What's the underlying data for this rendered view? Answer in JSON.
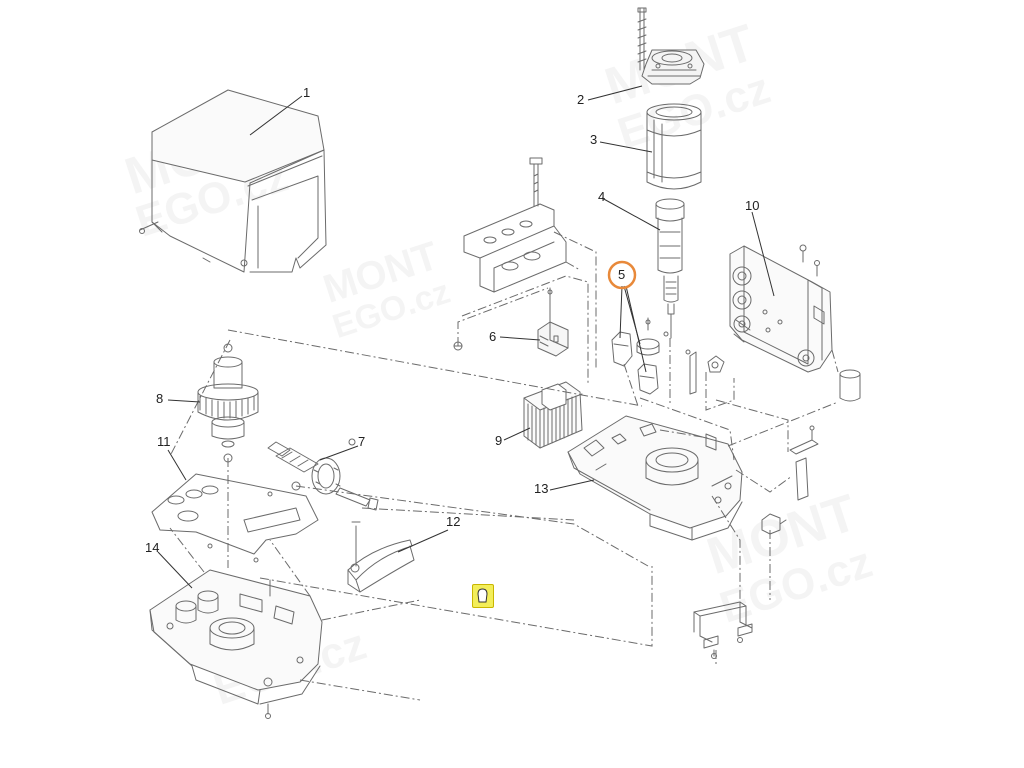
{
  "diagram": {
    "labels": [
      {
        "id": "p1",
        "text": "1"
      },
      {
        "id": "p2",
        "text": "2"
      },
      {
        "id": "p3",
        "text": "3"
      },
      {
        "id": "p4",
        "text": "4"
      },
      {
        "id": "p5",
        "text": "5"
      },
      {
        "id": "p6",
        "text": "6"
      },
      {
        "id": "p7",
        "text": "7"
      },
      {
        "id": "p8",
        "text": "8"
      },
      {
        "id": "p9",
        "text": "9"
      },
      {
        "id": "p10",
        "text": "10"
      },
      {
        "id": "p11",
        "text": "11"
      },
      {
        "id": "p12",
        "text": "12"
      },
      {
        "id": "p13",
        "text": "13"
      },
      {
        "id": "p14",
        "text": "14"
      }
    ],
    "highlighted_part": "5",
    "watermark": {
      "line1": "MONT",
      "line2": "EGO.cz"
    }
  },
  "colors": {
    "line": "#6b6b6b",
    "highlight_ring": "#e8893a",
    "cursor_fill": "#f3ee5a",
    "cursor_border": "#c9b600"
  },
  "icons": [
    "cursor-icon"
  ]
}
